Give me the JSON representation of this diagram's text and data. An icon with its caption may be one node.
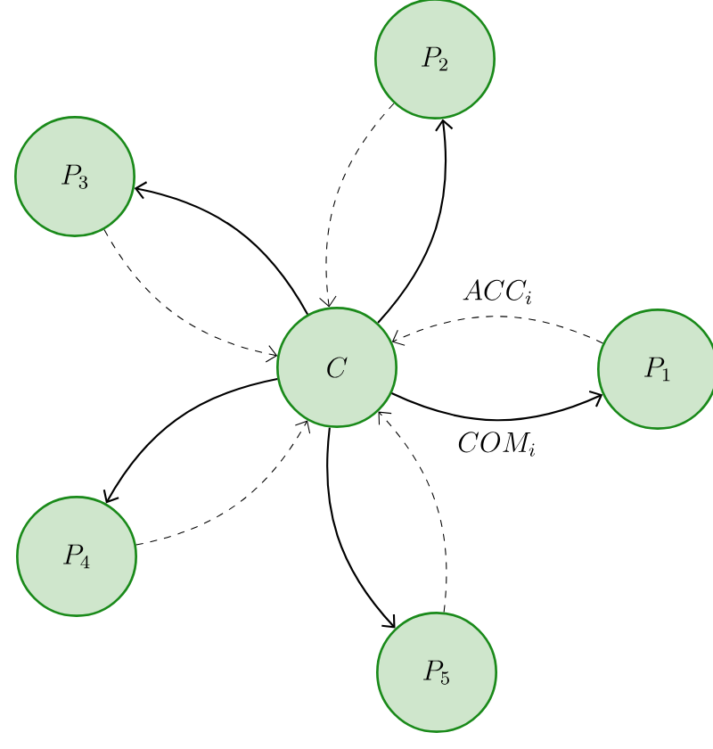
{
  "diagram": {
    "nodes": [
      {
        "text": [
          "C"
        ]
      },
      {
        "text": [
          "P_1"
        ]
      },
      {
        "text": [
          "P_2"
        ]
      },
      {
        "text": [
          "P_3"
        ]
      },
      {
        "text": [
          "P_4"
        ]
      },
      {
        "text": [
          "P_5"
        ]
      }
    ],
    "edges": [
      {
        "from": 0,
        "to": 1,
        "arrow": "to",
        "label": "COM_i"
      },
      {
        "from": 1,
        "to": 0,
        "arrow": "to",
        "style": "dashed",
        "label": "ACC_i"
      },
      {
        "from": 0,
        "to": 2,
        "arrow": "to"
      },
      {
        "from": 2,
        "to": 0,
        "arrow": "to",
        "style": "dashed"
      },
      {
        "from": 0,
        "to": 3,
        "arrow": "to"
      },
      {
        "from": 3,
        "to": 0,
        "arrow": "to",
        "style": "dashed"
      },
      {
        "from": 0,
        "to": 4,
        "arrow": "to"
      },
      {
        "from": 4,
        "to": 0,
        "arrow": "to",
        "style": "dashed"
      },
      {
        "from": 0,
        "to": 5,
        "arrow": "to"
      },
      {
        "from": 5,
        "to": 0,
        "arrow": "to",
        "style": "dashed"
      }
    ]
  }
}
